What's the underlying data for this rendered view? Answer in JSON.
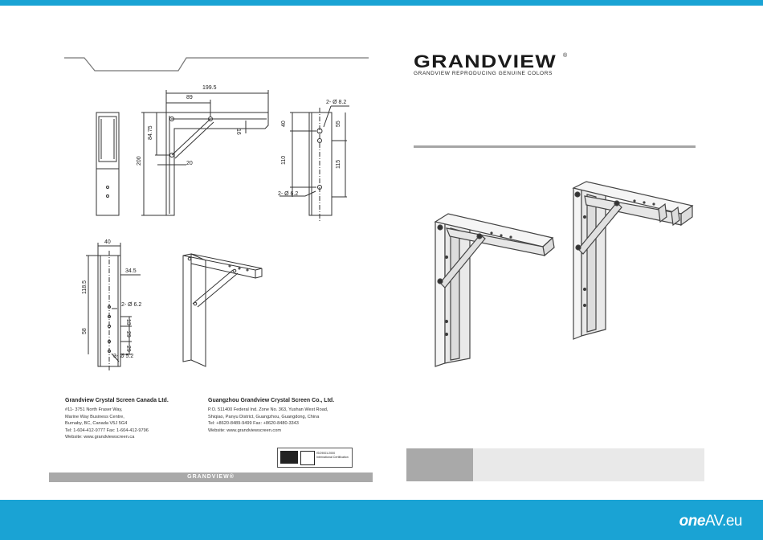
{
  "left_page": {
    "dimensions": {
      "top_view": [
        "199.5",
        "89",
        "16",
        "84.75",
        "200",
        "20"
      ],
      "side_view": [
        "2- Ø 8.2",
        "40",
        "55",
        "110",
        "115",
        "2- Ø 6.2"
      ],
      "bottom_view": [
        "40",
        "34.5",
        "118.5",
        "2- Ø 6.2",
        "58",
        "13",
        "29",
        "29",
        "3- Ø 5.2"
      ]
    },
    "contacts": {
      "canada": {
        "title": "Grandview Crystal Screen Canada Ltd.",
        "lines": [
          "#11- 3751 North Fraser Way,",
          "Marine Way Business Centre,",
          "Burnaby, BC, Canada  V5J 5G4",
          "Tel: 1-604-412-9777    Fax: 1-604-412-9796",
          "Website: www.grandviewscreen.ca"
        ]
      },
      "china": {
        "title": "Guangzhou Grandview Crystal Screen Co., Ltd.",
        "lines": [
          "P.O. 511400 Federal Ind. Zone No. 363, Yushan West Road,",
          "Shiqiao, Panyu District, Guangzhou, Guangdong, China",
          "Tel: +8620-8489-9499   Fax: +8620-8480-3343",
          "Website: www.grandviewscreen.com"
        ]
      }
    },
    "cert_text": [
      "ISO9001:2000",
      "International Certification"
    ],
    "footer_brand": "GRANDVIEW®"
  },
  "right_page": {
    "brand": "GRANDVIEW",
    "registered": "®",
    "tagline": "GRANDVIEW  REPRODUCING  GENUINE  COLORS"
  },
  "watermark": {
    "prefix": "one",
    "suffix": "AV.eu"
  },
  "colors": {
    "accent": "#1aa3d4",
    "grey_bar": "#a9a9a9",
    "line": "#333333"
  }
}
